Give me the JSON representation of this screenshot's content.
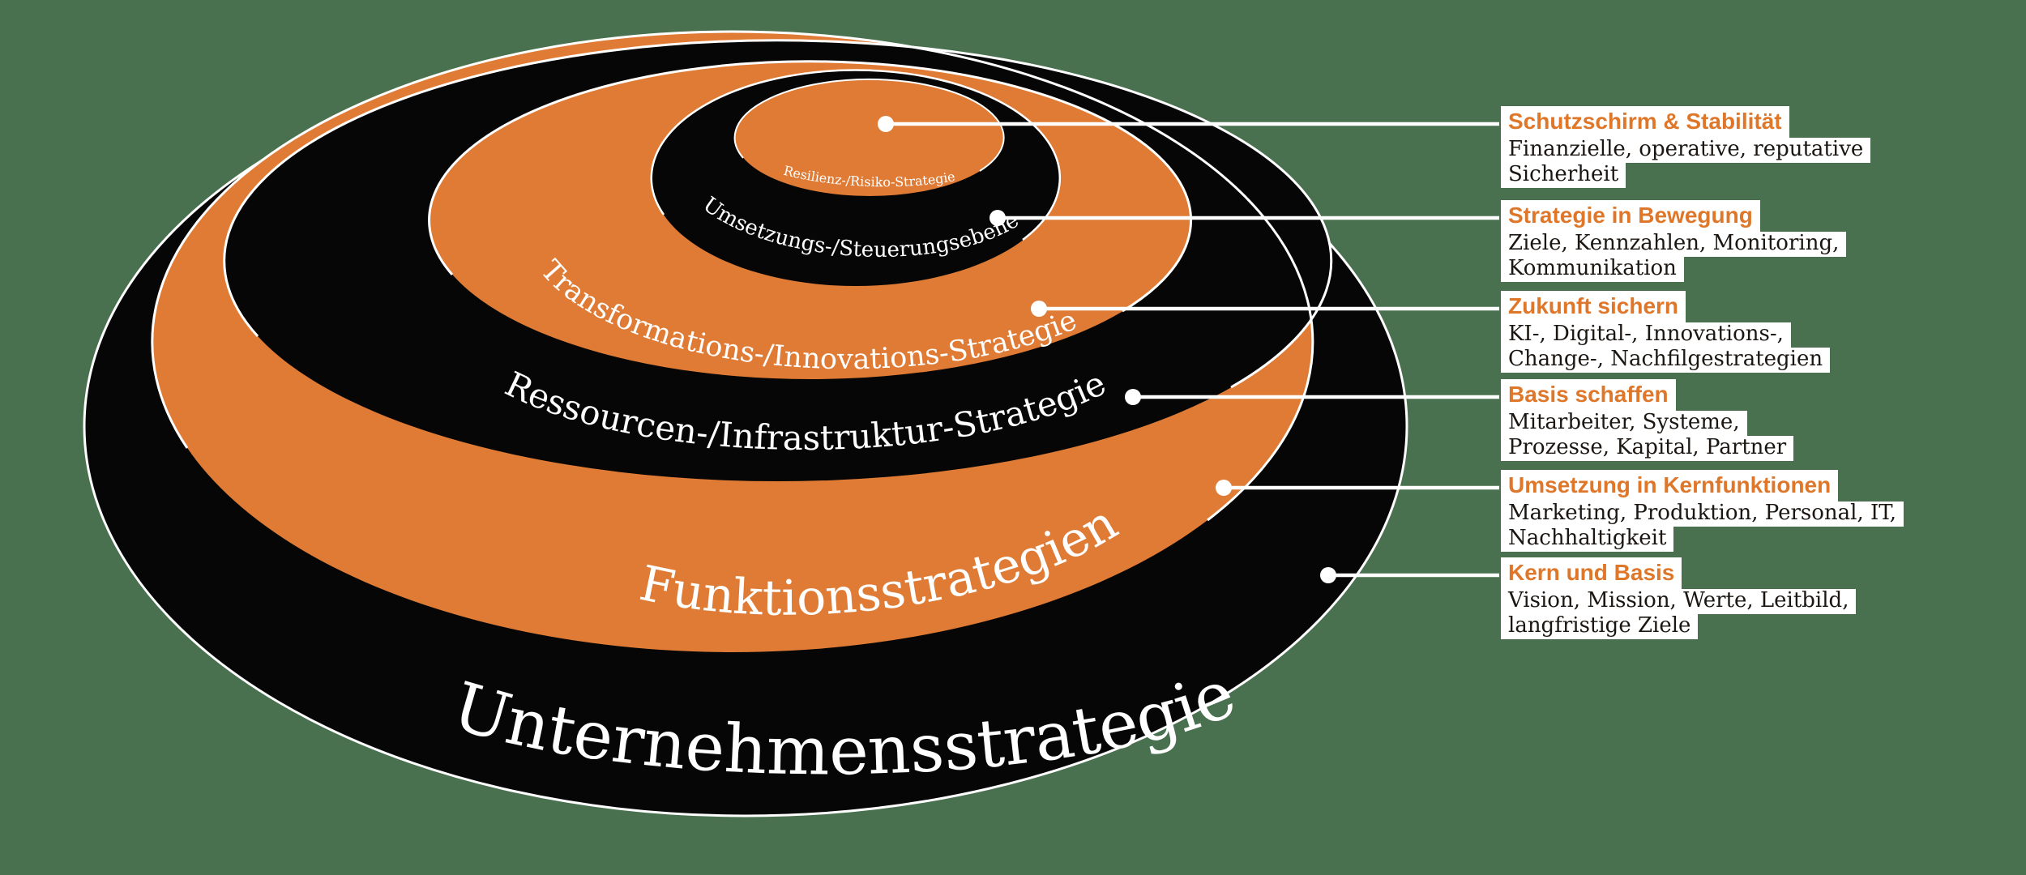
{
  "title_hidden": "Strategie-Ebenen Diagramm",
  "colors": {
    "background": "#4A714F",
    "ring_orange": "#DF7B35",
    "ring_black": "#060606",
    "line_white": "#FFFFFF",
    "callout_title_orange": "#DF772B",
    "callout_body_text": "#1B1611",
    "callout_box_bg": "#FFFFFF"
  },
  "rings": [
    {
      "label": "Unternehmensstrategie",
      "color": "black"
    },
    {
      "label": "Funktionsstrategien",
      "color": "orange"
    },
    {
      "label": "Ressourcen-/Infrastruktur-Strategie",
      "color": "black"
    },
    {
      "label": "Transformations-/Innovations-Strategie",
      "color": "orange"
    },
    {
      "label": "Umsetzungs-/Steuerungsebene",
      "color": "black"
    },
    {
      "label": "Resilienz-/Risiko-Strategie",
      "color": "orange"
    }
  ],
  "callouts": [
    {
      "title": "Schutzschirm & Stabilität",
      "lines": [
        "Finanzielle, operative, reputative",
        "Sicherheit"
      ],
      "connects_to": "Resilienz-/Risiko-Strategie"
    },
    {
      "title": "Strategie in Bewegung",
      "lines": [
        "Ziele, Kennzahlen, Monitoring,",
        "Kommunikation"
      ],
      "connects_to": "Umsetzungs-/Steuerungsebene"
    },
    {
      "title": "Zukunft sichern",
      "lines": [
        "KI-, Digital-, Innovations-,",
        "Change-, Nachfilgestrategien"
      ],
      "connects_to": "Transformations-/Innovations-Strategie"
    },
    {
      "title": "Basis schaffen",
      "lines": [
        "Mitarbeiter, Systeme,",
        "Prozesse, Kapital, Partner"
      ],
      "connects_to": "Ressourcen-/Infrastruktur-Strategie"
    },
    {
      "title": "Umsetzung in Kernfunktionen",
      "lines": [
        "Marketing, Produktion, Personal, IT,",
        "Nachhaltigkeit"
      ],
      "connects_to": "Funktionsstrategien"
    },
    {
      "title": "Kern und Basis",
      "lines": [
        "Vision, Mission, Werte, Leitbild,",
        "langfristige Ziele"
      ],
      "connects_to": "Unternehmensstrategie"
    }
  ]
}
